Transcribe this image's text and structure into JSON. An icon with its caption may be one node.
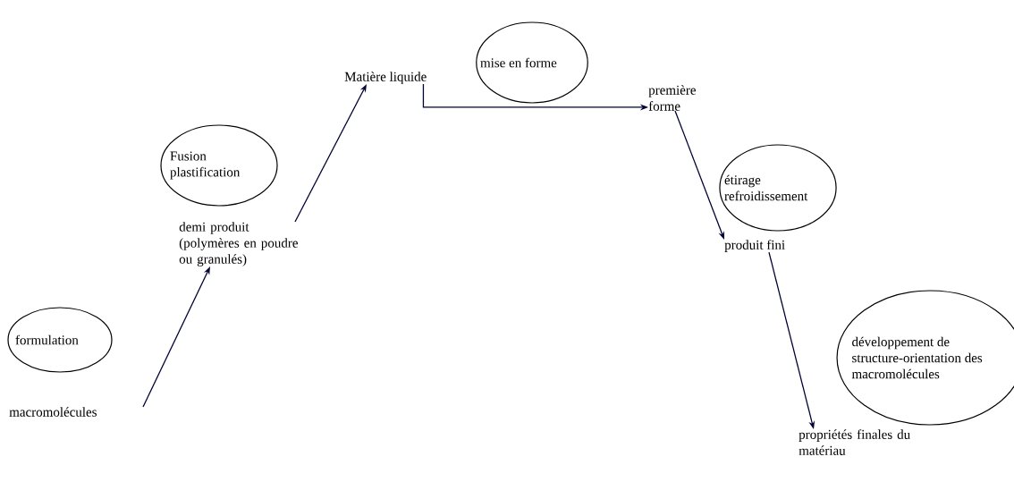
{
  "diagram": {
    "nodes": [
      {
        "text": [
          "macromolécules"
        ]
      },
      {
        "text": [
          "formulation"
        ]
      },
      {
        "text": [
          "demi produit (polymères en poudre ou granulés)"
        ]
      },
      {
        "text": [
          "Fusion plastification"
        ]
      },
      {
        "text": [
          "Matière liquide"
        ]
      },
      {
        "text": [
          "mise en forme"
        ]
      },
      {
        "text": [
          "première forme"
        ]
      },
      {
        "text": [
          "étirage refroidissement"
        ]
      },
      {
        "text": [
          "produit fini"
        ]
      },
      {
        "text": [
          "développement de structure-orientation des macromolécules"
        ]
      },
      {
        "text": [
          "propriétés finales du matériau"
        ]
      }
    ],
    "edges": [
      {
        "from": 0,
        "to": 2,
        "arrow": "to"
      },
      {
        "from": 2,
        "to": 4,
        "arrow": "to"
      },
      {
        "from": 4,
        "to": 6,
        "arrow": "to"
      },
      {
        "from": 6,
        "to": 8,
        "arrow": "to"
      },
      {
        "from": 8,
        "to": 10,
        "arrow": "to"
      }
    ]
  }
}
